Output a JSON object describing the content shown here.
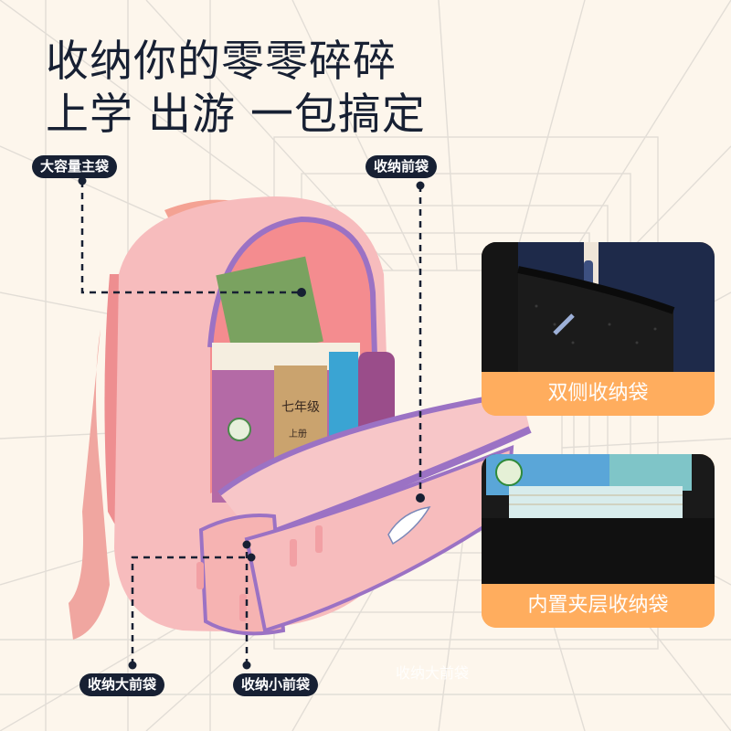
{
  "headline": {
    "line1": "收纳你的零零碎碎",
    "line2": "上学 出游  一包搞定"
  },
  "callouts": {
    "main_compartment": "大容量主袋",
    "front_pocket": "收纳前袋",
    "large_front_pocket": "收纳大前袋",
    "small_front_pocket": "收纳小前袋"
  },
  "insets": {
    "side_pockets": {
      "caption": "双侧收纳袋"
    },
    "inner_layer": {
      "caption": "内置夹层收纳袋"
    }
  },
  "product": {
    "book_cover_text": "七年级",
    "book_cover_subtext": "上册"
  },
  "watermark": "收纳大前袋",
  "colors": {
    "background": "#fdf6ec",
    "grid_line": "#e2ddd6",
    "headline": "#172033",
    "pill": "#172033",
    "inset_caption": "#ffad5e",
    "backpack_pink": "#f5b7b5",
    "backpack_trim": "#9b72c4"
  }
}
